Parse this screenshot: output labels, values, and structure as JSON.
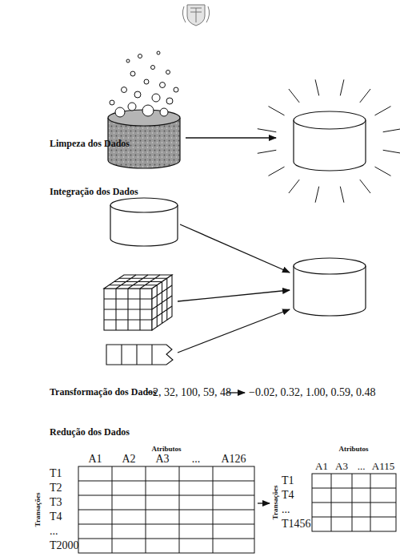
{
  "diagram": {
    "labels": [
      "Limpeza dos Dados",
      "Integração dos Dados",
      "Transformação dos Dados",
      "−2, 32, 100, 59, 48",
      "−0.02, 0.32, 1.00, 0.59, 0.48",
      "Redução dos Dados",
      "Atributos",
      "A1",
      "A2",
      "A3",
      "...",
      "A126",
      "Transações",
      "T1",
      "T2",
      "T3",
      "T4",
      "...",
      "T2000",
      "Atributos",
      "A1",
      "A3",
      "...",
      "A115",
      "Transações",
      "T1",
      "T4",
      "...",
      "T1456"
    ]
  }
}
